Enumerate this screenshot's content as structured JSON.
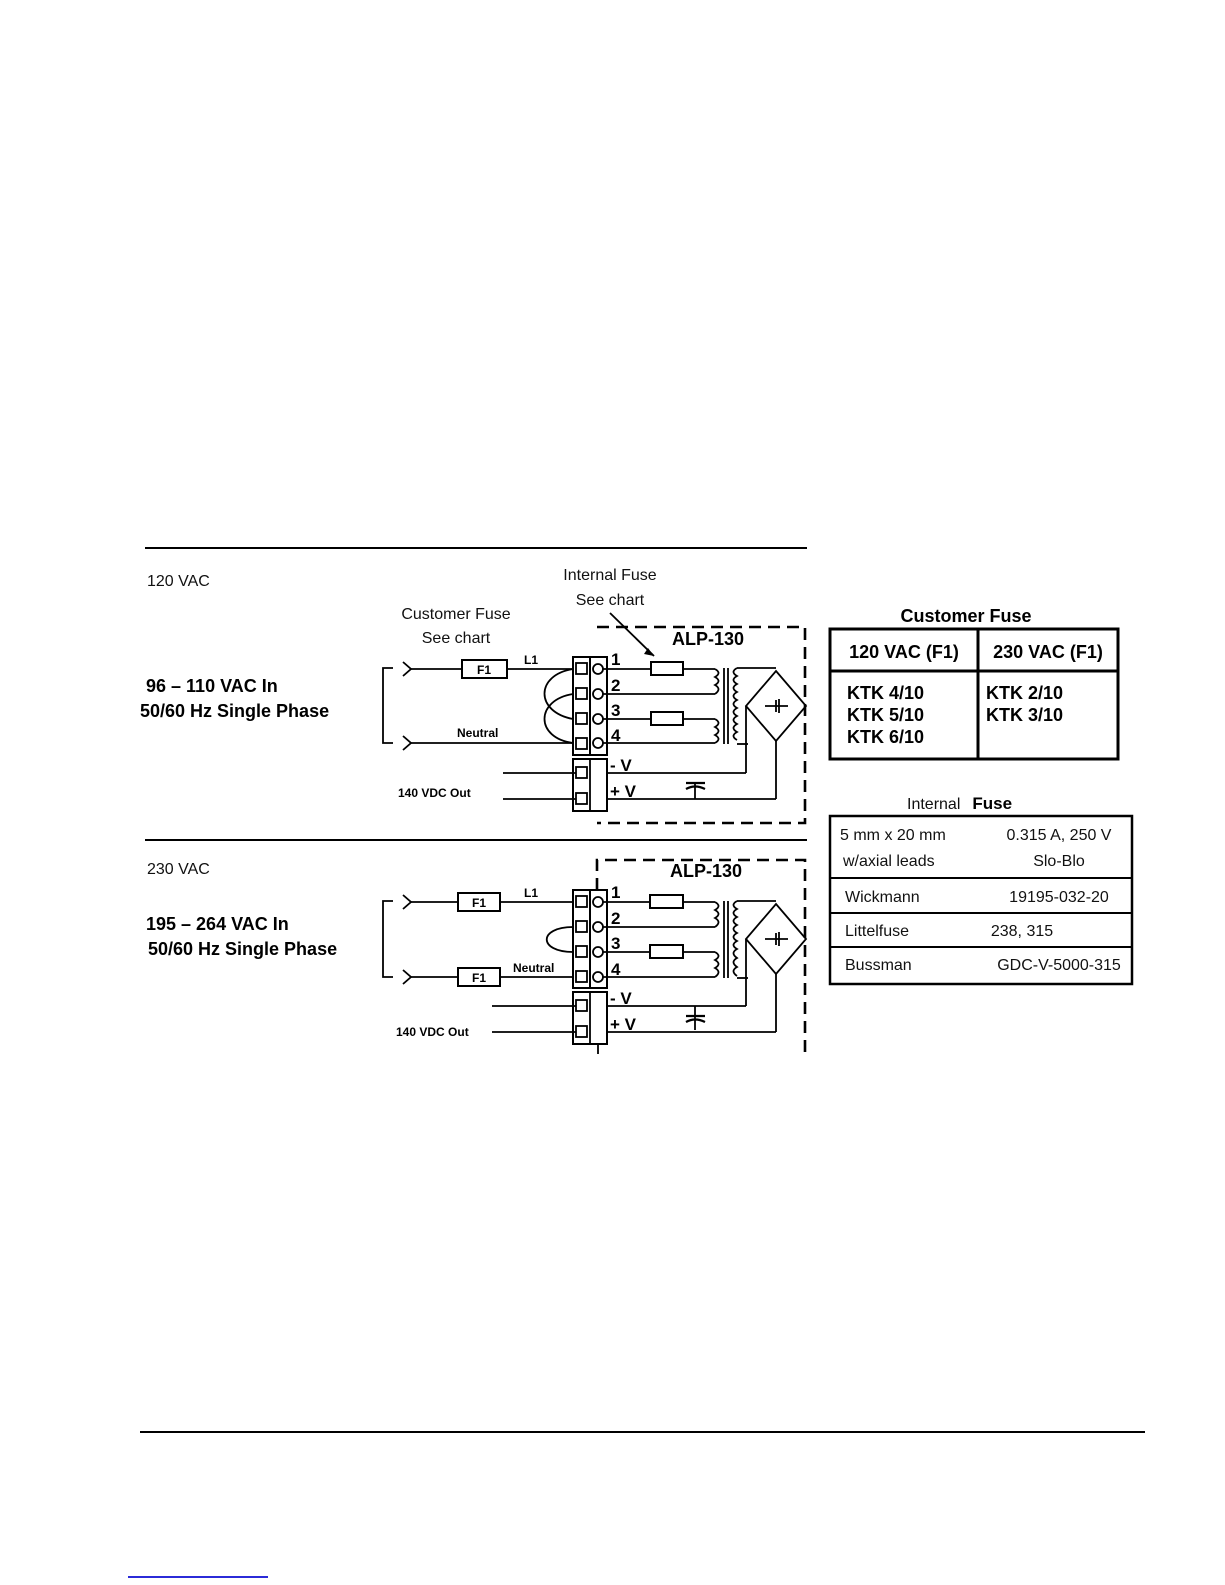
{
  "diagram": {
    "top": {
      "section_label": "120 VAC",
      "input_line1": "96 – 110 VAC In",
      "input_line2": "50/60 Hz Single Phase",
      "fuse": "F1",
      "l1": "L1",
      "neutral": "Neutral",
      "vdc_out": "140 VDC Out",
      "customer_fuse_line1": "Customer Fuse",
      "customer_fuse_line2": "See chart",
      "internal_fuse_line1": "Internal Fuse",
      "internal_fuse_line2": "See chart",
      "module": "ALP-130",
      "terminals": [
        "1",
        "2",
        "3",
        "4"
      ],
      "minus_v": "- V",
      "plus_v": "+ V"
    },
    "bottom": {
      "section_label": "230 VAC",
      "input_line1": "195 – 264 VAC In",
      "input_line2": "50/60 Hz Single Phase",
      "fuse_top": "F1",
      "fuse_bottom": "F1",
      "l1": "L1",
      "neutral": "Neutral",
      "vdc_out": "140 VDC Out",
      "module": "ALP-130",
      "terminals": [
        "1",
        "2",
        "3",
        "4"
      ],
      "minus_v": "- V",
      "plus_v": "+ V"
    }
  },
  "customer_fuse_table": {
    "title": "Customer Fuse",
    "headers": [
      "120 VAC (F1)",
      "230 VAC (F1)"
    ],
    "col1": [
      "KTK 4/10",
      "KTK 5/10",
      "KTK 6/10"
    ],
    "col2": [
      "KTK 2/10",
      "KTK 3/10"
    ]
  },
  "internal_fuse_table": {
    "title_plain": "Internal",
    "title_bold": "Fuse",
    "spec_left_line1": "5 mm x 20 mm",
    "spec_left_line2": "w/axial leads",
    "spec_right_line1": "0.315 A, 250 V",
    "spec_right_line2": "Slo-Blo",
    "rows": [
      {
        "maker": "Wickmann",
        "part": "19195-032-20"
      },
      {
        "maker": "Littelfuse",
        "part": "238, 315"
      },
      {
        "maker": "Bussman",
        "part": "GDC-V-5000-315"
      }
    ]
  }
}
